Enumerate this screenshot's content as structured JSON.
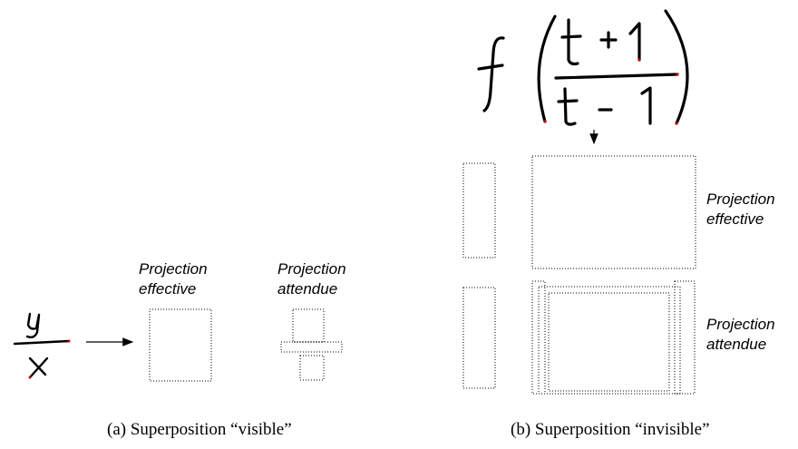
{
  "panel_a": {
    "label_effective": [
      "Projection",
      "effective"
    ],
    "label_expected": [
      "Projection",
      "attendue"
    ],
    "caption": "(a) Superposition “visible”"
  },
  "panel_b": {
    "label_effective": [
      "Projection",
      "effective"
    ],
    "label_expected": [
      "Projection",
      "attendue"
    ],
    "caption": "(b) Superposition “invisible”"
  },
  "colors": {
    "ink": "#000000",
    "stroke_endpoint": "#c00000",
    "background": "#ffffff"
  }
}
